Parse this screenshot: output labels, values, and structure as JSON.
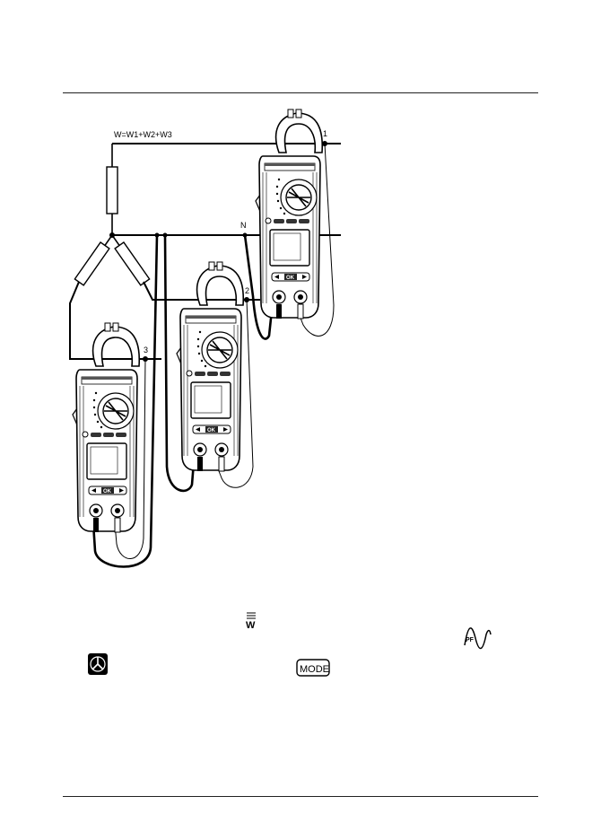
{
  "diagram": {
    "formula": "W=W1+W2+W3",
    "labels": {
      "phase1": "1",
      "phase2": "2",
      "phase3": "3",
      "neutral": "N"
    },
    "meter": {
      "ok_label": "OK"
    }
  },
  "icons": {
    "watt_icon": "W",
    "pf_icon": "PF",
    "three_phase_icon": "three-phase-star",
    "mode_button": "MODE"
  }
}
